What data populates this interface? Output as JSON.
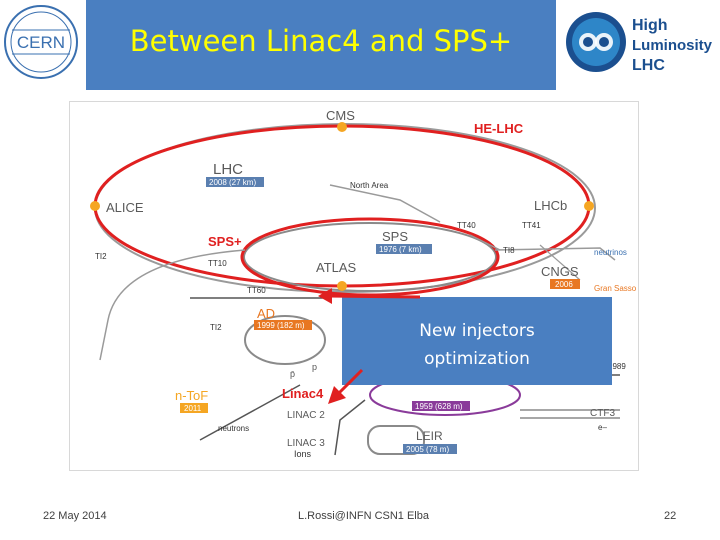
{
  "header": {
    "title": "Between Linac4 and SPS+",
    "left_logo_text": "CERN",
    "right_logo_lines": [
      "High",
      "Luminosity",
      "LHC"
    ]
  },
  "diagram": {
    "rings": {
      "cms": "CMS",
      "lhc": "LHC",
      "lhc_year": "2008 (27 km)",
      "north_area": "North Area",
      "alice": "ALICE",
      "lhcb": "LHCb",
      "tt40": "TT40",
      "tt41": "TT41",
      "sps": "SPS",
      "sps_year": "1976 (7 km)",
      "ti8": "TI8",
      "ti2": "TI2",
      "tt10": "TT10",
      "atlas": "ATLAS",
      "neutrinos_right": "neutrinos",
      "cngs": "CNGS",
      "cngs_year": "2006",
      "gran_sasso": "Gran Sasso",
      "tt60": "TT60",
      "ad": "AD",
      "ad_year": "1999 (182 m)",
      "ti2_lower": "TI2",
      "p_bar": "p̄",
      "p": "p",
      "ntof": "n-ToF",
      "ntof_year": "2011",
      "neutrons": "neutrons",
      "linac2": "LINAC 2",
      "linac3": "LINAC 3",
      "ions": "Ions",
      "ps_year": "1959 (628 m)",
      "leir": "LEIR",
      "leir_year": "2005 (78 m)",
      "ctf3": "CTF3",
      "e_minus": "e–",
      "isolde_year": "1989"
    },
    "annotations": {
      "he_lhc": "HE-LHC",
      "sps_plus": "SPS+",
      "linac4": "Linac4",
      "callout": [
        "New injectors",
        "optimization"
      ]
    },
    "colors": {
      "highlight": "#e02020",
      "callout_fill": "#4a7fc1",
      "title_band": "#4a7fc1",
      "title_text": "#ffff00"
    }
  },
  "footer": {
    "date": "22 May 2014",
    "author": "L.Rossi@INFN CSN1 Elba",
    "page": "22"
  }
}
